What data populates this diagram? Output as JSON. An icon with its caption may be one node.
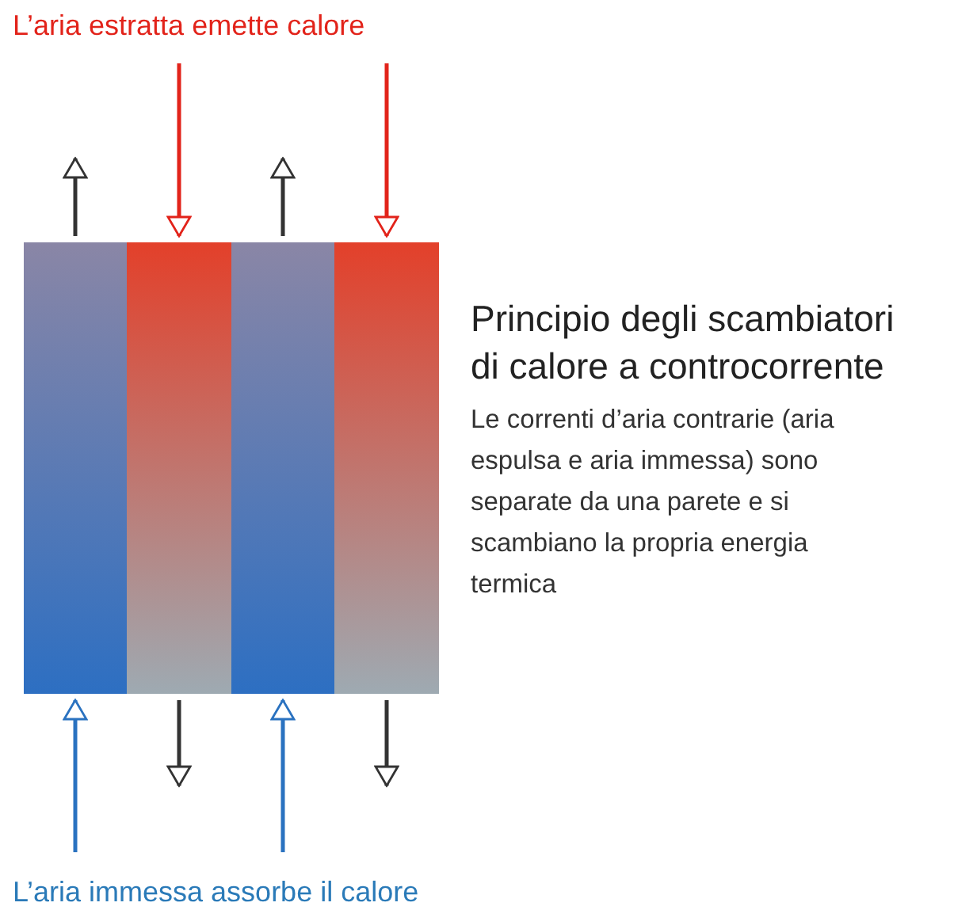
{
  "diagram": {
    "title": "Principio degli scambiatori di calore a controcorrente",
    "nodes": [
      {
        "text": [],
        "shape": "bar"
      },
      {
        "text": [],
        "shape": "bar"
      },
      {
        "text": [],
        "shape": "bar"
      },
      {
        "text": [],
        "shape": "bar"
      }
    ],
    "edges": [
      {
        "from": 0,
        "to": null,
        "arrow": "to"
      },
      {
        "from": null,
        "to": 1,
        "arrow": "to",
        "color": "#e2231a"
      },
      {
        "from": 2,
        "to": null,
        "arrow": "to"
      },
      {
        "from": null,
        "to": 3,
        "arrow": "to",
        "color": "#e2231a"
      },
      {
        "from": null,
        "to": 0,
        "arrow": "to",
        "color": "#2a72c0"
      },
      {
        "from": 1,
        "to": null,
        "arrow": "to"
      },
      {
        "from": null,
        "to": 2,
        "arrow": "to",
        "color": "#2a72c0"
      },
      {
        "from": 3,
        "to": null,
        "arrow": "to"
      }
    ],
    "labels": [
      "L’aria estratta emette calore",
      "Le correnti d’aria contrarie (aria espulsa e aria immessa) sono separate da una parete e si scambiano la propria energia termica",
      "L’aria immessa assorbe il calore"
    ]
  }
}
